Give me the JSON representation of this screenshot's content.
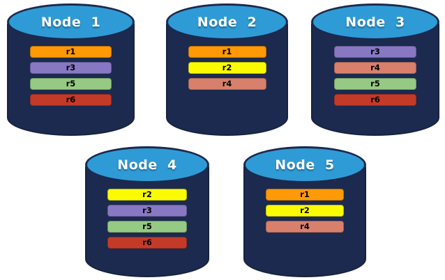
{
  "nodes": [
    {
      "label": "Node  1",
      "replicas": [
        "r1",
        "r3",
        "r5",
        "r6"
      ]
    },
    {
      "label": "Node  2",
      "replicas": [
        "r1",
        "r2",
        "r4"
      ]
    },
    {
      "label": "Node  3",
      "replicas": [
        "r3",
        "r4",
        "r5",
        "r6"
      ]
    },
    {
      "label": "Node  4",
      "replicas": [
        "r2",
        "r3",
        "r5",
        "r6"
      ]
    },
    {
      "label": "Node  5",
      "replicas": [
        "r1",
        "r2",
        "r4"
      ]
    }
  ],
  "replica_colors": {
    "r1": "#FF9905",
    "r2": "#FBFB00",
    "r3": "#8878C4",
    "r4": "#D8806C",
    "r5": "#96C983",
    "r6": "#C43A28"
  },
  "cylinder_colors": {
    "top": "#2F9BD6",
    "body": "#1B2A4E",
    "outline": "#16223F"
  }
}
